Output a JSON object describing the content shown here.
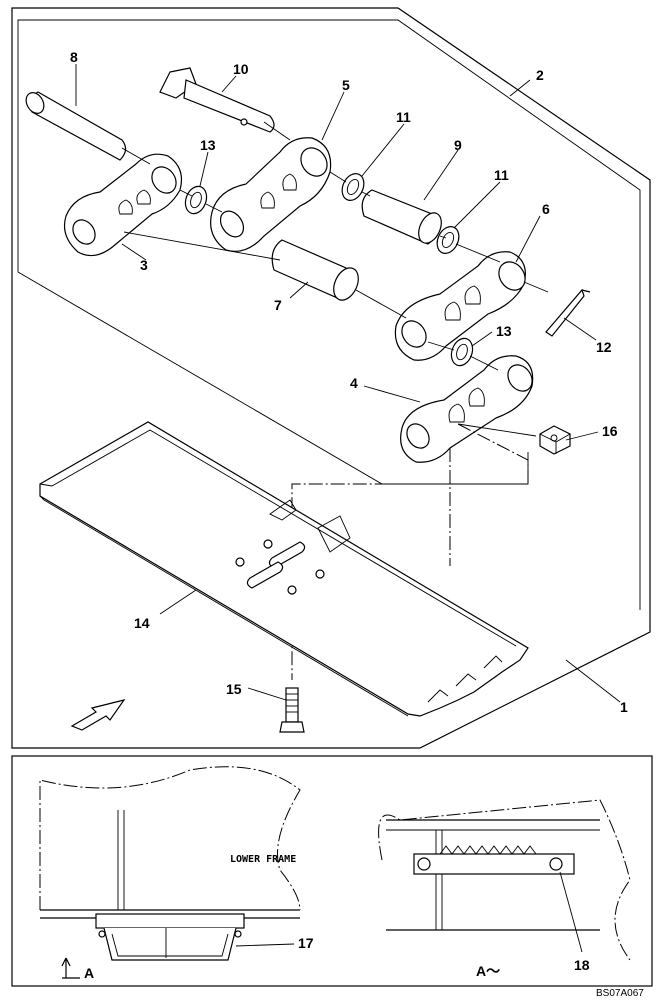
{
  "callouts": {
    "c1": "1",
    "c2": "2",
    "c3": "3",
    "c4": "4",
    "c5": "5",
    "c6": "6",
    "c7": "7",
    "c8": "8",
    "c9": "9",
    "c10": "10",
    "c11a": "11",
    "c11b": "11",
    "c12": "12",
    "c13a": "13",
    "c13b": "13",
    "c14": "14",
    "c15": "15",
    "c16": "16",
    "c17": "17",
    "c18": "18"
  },
  "detail": {
    "lower_frame_label": "LOWER FRAME",
    "view_marker": "A",
    "view_title": "A～"
  },
  "figure_code": "BS07A067"
}
